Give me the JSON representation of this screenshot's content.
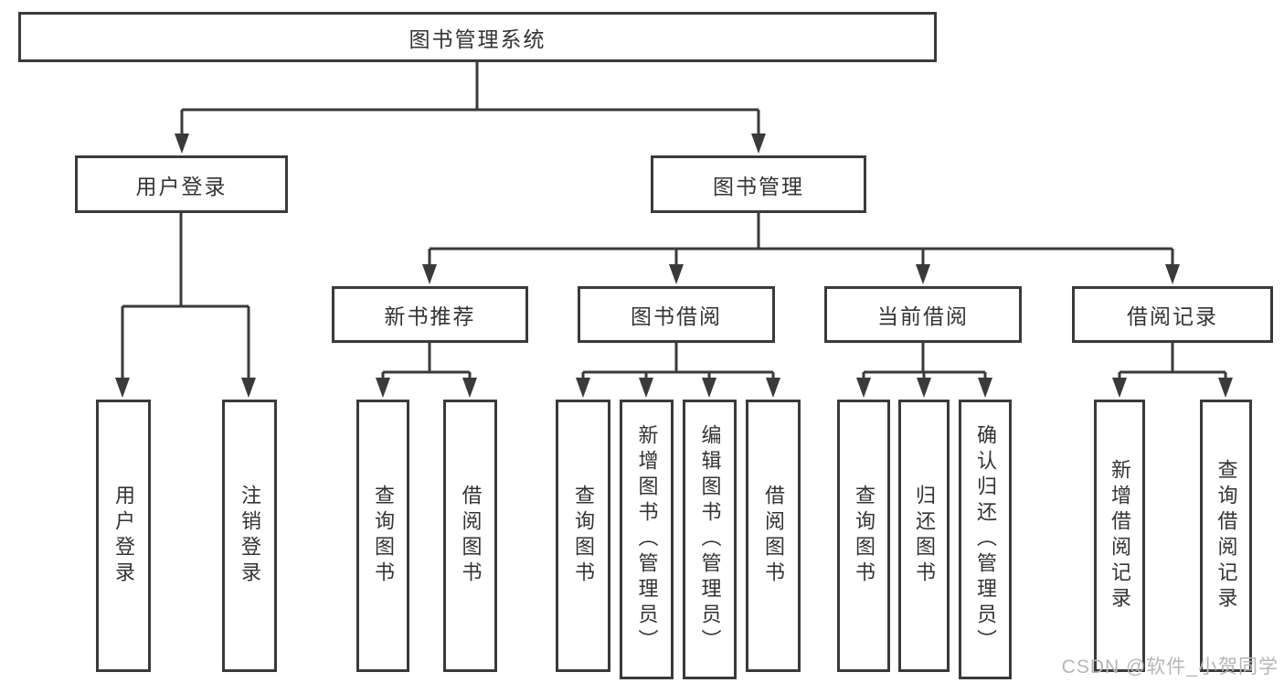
{
  "diagram": {
    "type": "hierarchy-tree",
    "orientation": "top-down",
    "levels": 4
  },
  "nodes": [
    {
      "id": "root",
      "label": "图书管理系统",
      "parent": null
    },
    {
      "id": "user-login",
      "label": "用户登录",
      "parent": "root"
    },
    {
      "id": "book-management",
      "label": "图书管理",
      "parent": "root"
    },
    {
      "id": "new-book-recommend",
      "label": "新书推荐",
      "parent": "book-management"
    },
    {
      "id": "book-borrow",
      "label": "图书借阅",
      "parent": "book-management"
    },
    {
      "id": "current-borrow",
      "label": "当前借阅",
      "parent": "book-management"
    },
    {
      "id": "borrow-records",
      "label": "借阅记录",
      "parent": "book-management"
    },
    {
      "id": "leaf-user-login",
      "label": "用户登录",
      "parent": "user-login"
    },
    {
      "id": "leaf-logout",
      "label": "注销登录",
      "parent": "user-login"
    },
    {
      "id": "leaf-query-books-rec",
      "label": "查询图书",
      "parent": "new-book-recommend"
    },
    {
      "id": "leaf-borrow-books-rec",
      "label": "借阅图书",
      "parent": "new-book-recommend"
    },
    {
      "id": "leaf-query-books-bor",
      "label": "查询图书",
      "parent": "book-borrow"
    },
    {
      "id": "leaf-add-books-admin",
      "label": "新增图书（管理员）",
      "parent": "book-borrow"
    },
    {
      "id": "leaf-edit-books-admin",
      "label": "编辑图书（管理员）",
      "parent": "book-borrow"
    },
    {
      "id": "leaf-borrow-books-bor",
      "label": "借阅图书",
      "parent": "book-borrow"
    },
    {
      "id": "leaf-query-books-cur",
      "label": "查询图书",
      "parent": "current-borrow"
    },
    {
      "id": "leaf-return-books",
      "label": "归还图书",
      "parent": "current-borrow"
    },
    {
      "id": "leaf-confirm-return-admin",
      "label": "确认归还（管理员）",
      "parent": "current-borrow"
    },
    {
      "id": "leaf-add-borrow-record",
      "label": "新增借阅记录",
      "parent": "borrow-records"
    },
    {
      "id": "leaf-query-borrow-record",
      "label": "查询借阅记录",
      "parent": "borrow-records"
    }
  ],
  "watermark": {
    "text": "CSDN @软件_小贺同学"
  },
  "colors": {
    "line": "#3a3a3a",
    "text": "#333333",
    "background": "#ffffff",
    "watermark": "#b6b6b6"
  }
}
